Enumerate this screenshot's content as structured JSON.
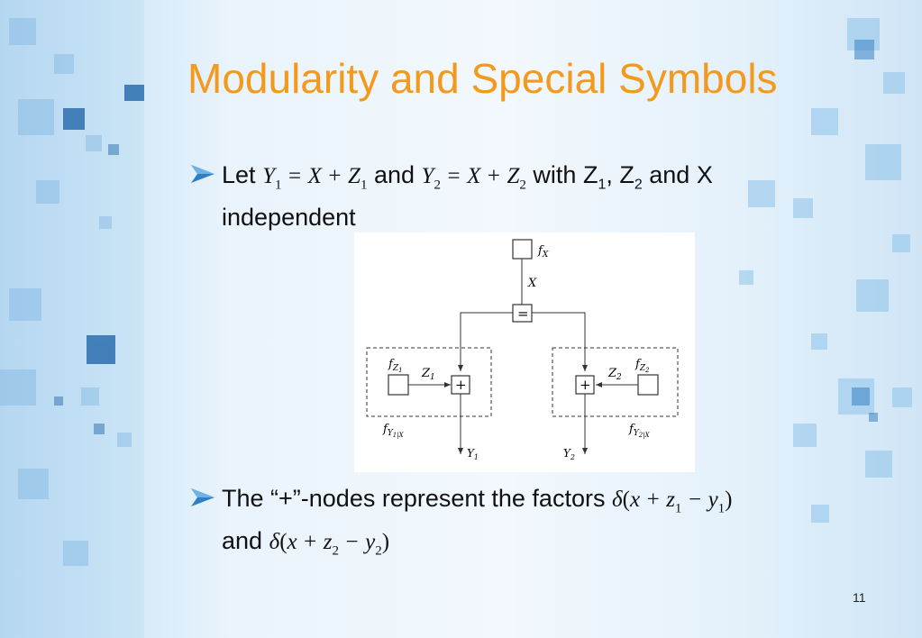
{
  "slide": {
    "title": "Modularity and Special Symbols",
    "slide_number": "11"
  },
  "bullet1": {
    "let": "Let",
    "eq1": {
      "lhs": "Y",
      "lhs_sub": "1",
      "equals": "=",
      "x": "X",
      "plus": "+",
      "z": "Z",
      "z_sub": "1"
    },
    "and": "and",
    "eq2": {
      "lhs": "Y",
      "lhs_sub": "2",
      "equals": "=",
      "x": "X",
      "plus": "+",
      "z": "Z",
      "z_sub": "2"
    },
    "with": "with Z",
    "z1_sub": "1",
    "comma": ", Z",
    "z2_sub": "2",
    "tail": "and X",
    "line2": "independent"
  },
  "bullet2": {
    "text": "The “+”-nodes represent the factors",
    "f1": {
      "delta": "δ",
      "open": "(",
      "x": "x",
      "plus": "+",
      "z": "z",
      "z_sub": "1",
      "minus": "−",
      "y": "y",
      "y_sub": "1",
      "close": ")"
    },
    "and": "and",
    "f2": {
      "delta": "δ",
      "open": "(",
      "x": "x",
      "plus": "+",
      "z": "z",
      "z_sub": "2",
      "minus": "−",
      "y": "y",
      "y_sub": "2",
      "close": ")"
    }
  },
  "diagram": {
    "fx": "f",
    "fx_sub": "X",
    "edge_x": "X",
    "eq_node": "=",
    "fz1": "f",
    "fz1_sub": "Z",
    "fz1_subsub": "1",
    "z1": "Z",
    "z1_sub": "1",
    "fz2": "f",
    "fz2_sub": "Z",
    "fz2_subsub": "2",
    "z2": "Z",
    "z2_sub": "2",
    "plus_node": "+",
    "fy1": "f",
    "fy1_sub": "Y",
    "fy1_subsub": "1|X",
    "fy2": "f",
    "fy2_sub": "Y",
    "fy2_subsub": "2|X",
    "y1": "Y",
    "y1_sub": "1",
    "y2": "Y",
    "y2_sub": "2"
  }
}
